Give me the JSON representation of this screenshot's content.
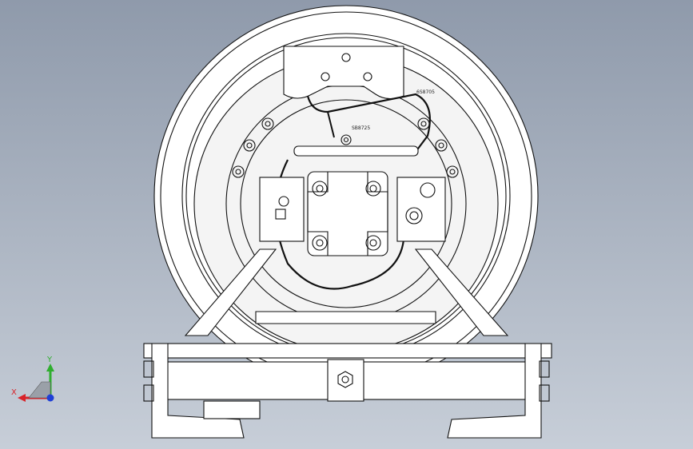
{
  "viewport": {
    "background_top": "#8f9aab",
    "background_bottom": "#c7ced8"
  },
  "part_labels": {
    "upper": "6S8705",
    "center": "SB8725"
  },
  "triad": {
    "x_label": "X",
    "y_label": "Y",
    "x_color": "#d8232a",
    "y_color": "#2fae2f",
    "z_color": "#1f3fd6"
  }
}
